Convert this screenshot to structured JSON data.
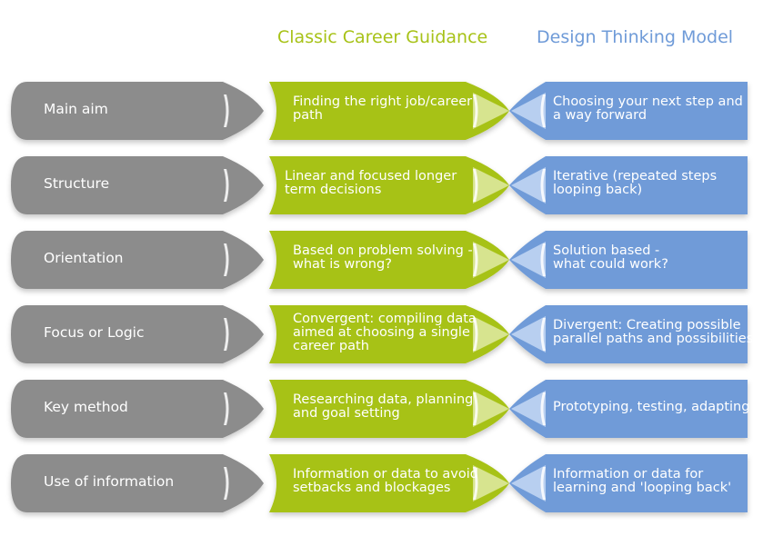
{
  "header": {
    "classic_title": "Classic Career Guidance",
    "design_title": "Design Thinking Model"
  },
  "colors": {
    "gray": "#8c8c8c",
    "green": "#a7c217",
    "blue": "#6f9bd8",
    "light_green": "#d7e48f",
    "light_blue": "#b8cff0"
  },
  "rows": [
    {
      "label": "Main aim",
      "classic": [
        "Finding the right job/career",
        "path"
      ],
      "design": [
        "Choosing your next step and",
        "a way forward"
      ]
    },
    {
      "label": "Structure",
      "classic": [
        "Linear and focused longer",
        "term decisions"
      ],
      "design": [
        "Iterative (repeated steps",
        "looping back)"
      ]
    },
    {
      "label": "Orientation",
      "classic": [
        "Based on problem solving -",
        "what is wrong?"
      ],
      "design": [
        "Solution based -",
        "what could work?"
      ]
    },
    {
      "label": "Focus or Logic",
      "classic": [
        "Convergent: compiling data",
        "aimed at choosing a single",
        "career path"
      ],
      "design": [
        "Divergent: Creating possible",
        "parallel paths and possibilities"
      ]
    },
    {
      "label": "Key method",
      "classic": [
        "Researching data, planning",
        "and goal setting"
      ],
      "design": [
        "Prototyping, testing, adapting"
      ]
    },
    {
      "label": "Use of information",
      "classic": [
        "Information or data to avoid",
        "setbacks and blockages"
      ],
      "design": [
        "Information or data for",
        "learning and 'looping back'"
      ]
    }
  ]
}
